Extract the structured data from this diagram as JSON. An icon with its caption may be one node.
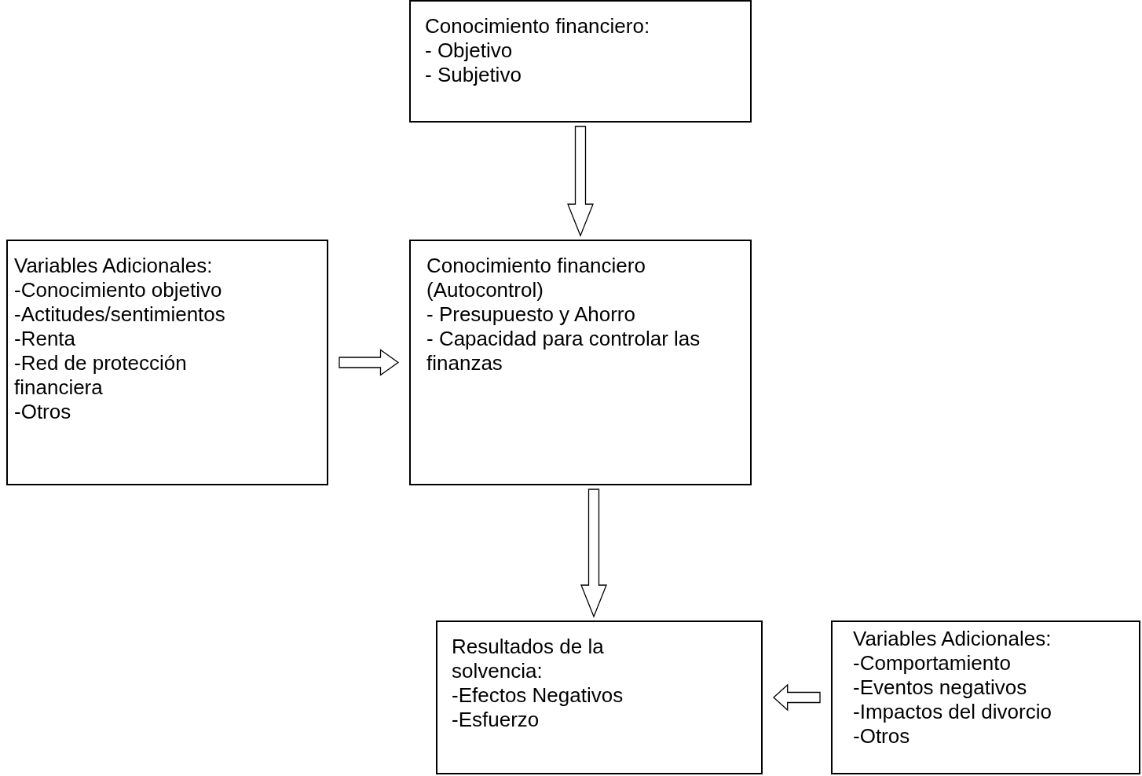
{
  "diagram": {
    "nodes": [
      {
        "text": [
          "Conocimiento financiero:",
          "- Objetivo",
          "- Subjetivo"
        ]
      },
      {
        "text": [
          "Variables Adicionales:",
          "-Conocimiento objetivo",
          "-Actitudes/sentimientos",
          "-Renta",
          "-Red de protección financiera",
          "-Otros"
        ]
      },
      {
        "text": [
          "Conocimiento financiero (Autocontrol)",
          "- Presupuesto y Ahorro",
          "- Capacidad para controlar las finanzas"
        ]
      },
      {
        "text": [
          "Resultados de la solvencia:",
          "-Efectos Negativos",
          "-Esfuerzo"
        ]
      },
      {
        "text": [
          "Variables Adicionales:",
          "-Comportamiento",
          "-Eventos negativos",
          "-Impactos del divorcio",
          "-Otros"
        ]
      }
    ],
    "edges": [
      {
        "from": 0,
        "to": 2,
        "arrow": "to"
      },
      {
        "from": 1,
        "to": 2,
        "arrow": "to"
      },
      {
        "from": 2,
        "to": 3,
        "arrow": "to"
      },
      {
        "from": 4,
        "to": 3,
        "arrow": "to"
      }
    ]
  }
}
